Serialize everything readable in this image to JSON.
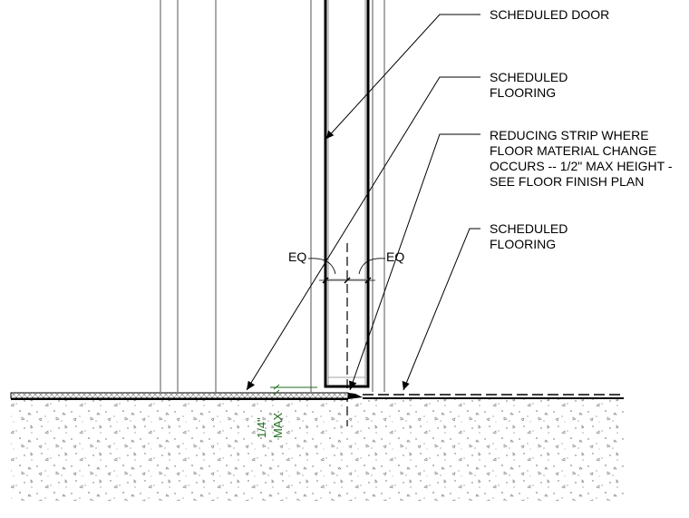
{
  "callouts": {
    "scheduled_door": [
      "SCHEDULED DOOR"
    ],
    "scheduled_flooring_upper": [
      "SCHEDULED",
      "FLOORING"
    ],
    "reducing_strip": [
      "REDUCING STRIP WHERE",
      "FLOOR MATERIAL CHANGE",
      "OCCURS -- 1/2\" MAX HEIGHT -",
      "SEE FLOOR FINISH PLAN"
    ],
    "scheduled_flooring_lower": [
      "SCHEDULED",
      "FLOORING"
    ]
  },
  "dimensions": {
    "eq_left": "EQ",
    "eq_right": "EQ",
    "gap_value": "1/4\"",
    "gap_limit": "MAX"
  },
  "colors": {
    "linework": "#000000",
    "thin_line": "#555555",
    "gap_dimension": "#1e6b1e"
  }
}
